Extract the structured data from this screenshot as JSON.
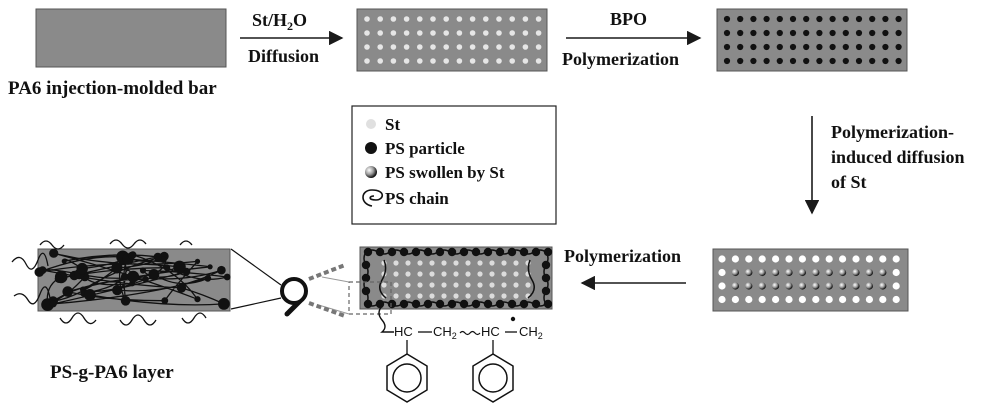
{
  "labels": {
    "bar": "PA6 injection-molded bar",
    "step1_top_pre": "St/H",
    "step1_top_sub": "2",
    "step1_top_post": "O",
    "step1_bottom": "Diffusion",
    "step2_top": "BPO",
    "step2_bottom": "Polymerization",
    "step3_line1": "Polymerization-",
    "step3_line2": "induced diffusion",
    "step3_line3": "of St",
    "step4": "Polymerization",
    "final_layer": "PS-g-PA6 layer"
  },
  "legend": {
    "st": "St",
    "ps_particle": "PS particle",
    "ps_swollen": "PS swollen by St",
    "ps_chain": "PS chain"
  },
  "chemistry": {
    "hc1": "HC",
    "ch2_mid": "CH",
    "ch2_mid_sub": "2",
    "hc2": "HC",
    "ch2_end": "CH",
    "ch2_end_sub": "2"
  },
  "colors": {
    "bar_fill": "#8a8a8a",
    "st_dot": "#e6e6e6",
    "ps_dot": "#111111",
    "stroke": "#1a1a1a"
  }
}
